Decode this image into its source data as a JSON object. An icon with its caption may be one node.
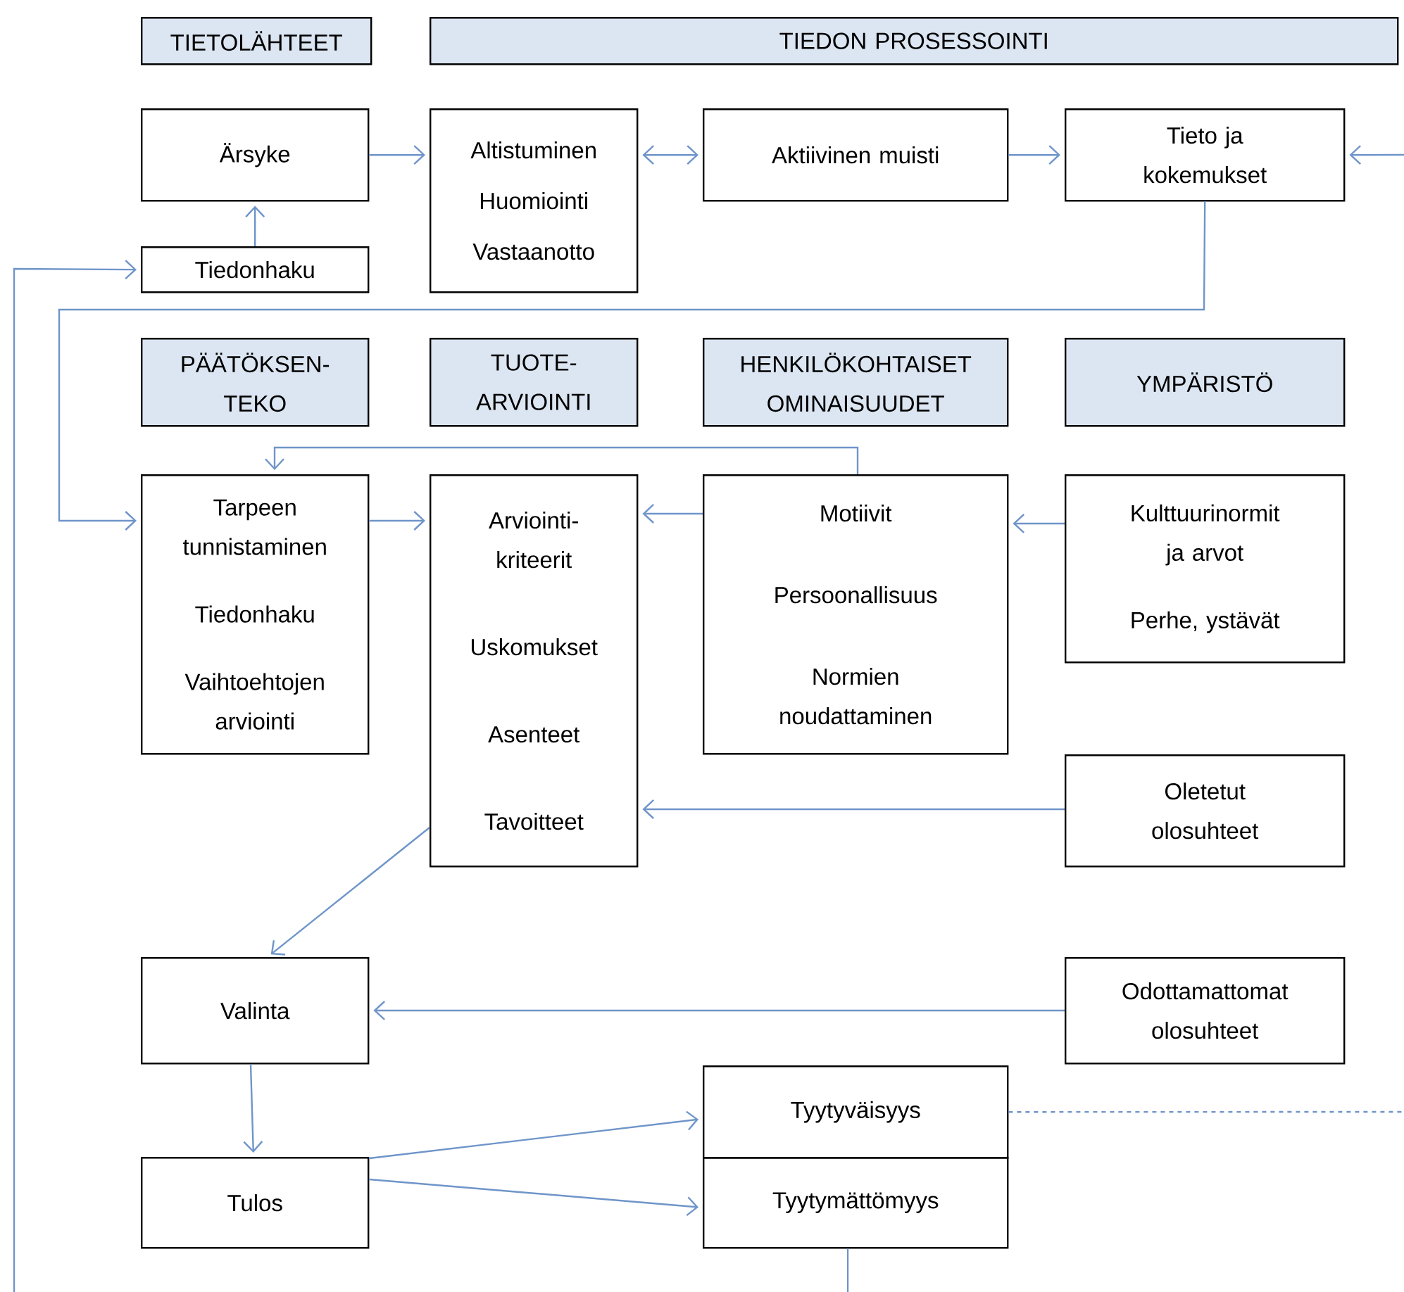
{
  "diagram": {
    "nodes": [
      {
        "text": [
          "TIETOLÄHTEET"
        ]
      },
      {
        "text": [
          "TIEDON PROSESSOINTI"
        ]
      },
      {
        "text": [
          "Ärsyke"
        ]
      },
      {
        "text": [
          "Tiedonhaku"
        ]
      },
      {
        "text": [
          "Altistuminen",
          "Huomiointi",
          "Vastaanotto"
        ]
      },
      {
        "text": [
          "Aktiivinen muisti"
        ]
      },
      {
        "text": [
          "Tieto ja kokemukset"
        ]
      },
      {
        "text": [
          "PÄÄTÖKSEN- TEKO"
        ]
      },
      {
        "text": [
          "TUOTE- ARVIOINTI"
        ]
      },
      {
        "text": [
          "HENKILÖKOHTAISET OMINAISUUDET"
        ]
      },
      {
        "text": [
          "YMPÄRISTÖ"
        ]
      },
      {
        "text": [
          "Tarpeen tunnistaminen",
          "Tiedonhaku",
          "Vaihtoehtojen arviointi"
        ]
      },
      {
        "text": [
          "Arviointi- kriteerit",
          "Uskomukset",
          "Asenteet",
          "Tavoitteet"
        ]
      },
      {
        "text": [
          "Motiivit",
          "Persoonallisuus",
          "Normien noudattaminen"
        ]
      },
      {
        "text": [
          "Kulttuurinormit ja arvot",
          "Perhe, ystävät"
        ]
      },
      {
        "text": [
          "Oletetut olosuhteet"
        ]
      },
      {
        "text": [
          "Valinta"
        ]
      },
      {
        "text": [
          "Odottamattomat olosuhteet"
        ]
      },
      {
        "text": [
          "Tulos"
        ]
      },
      {
        "text": [
          "Tyytyväisyys"
        ]
      },
      {
        "text": [
          "Tyytymättömyys"
        ]
      }
    ],
    "edges": [
      {
        "from": 3,
        "to": 2,
        "arrow": "to"
      },
      {
        "from": 2,
        "to": 4,
        "arrow": "to"
      },
      {
        "from": 4,
        "to": 5,
        "arrow": "both"
      },
      {
        "from": 5,
        "to": 6,
        "arrow": "to"
      },
      {
        "from": null,
        "to": 6,
        "arrow": "to"
      },
      {
        "from": 6,
        "to": 11,
        "arrow": "to"
      },
      {
        "from": 20,
        "to": null,
        "arrow": "none"
      },
      {
        "from": null,
        "to": 3,
        "arrow": "to"
      },
      {
        "from": 11,
        "to": 12,
        "arrow": "to"
      },
      {
        "from": 13,
        "to": 12,
        "arrow": "to"
      },
      {
        "from": 13,
        "to": 11,
        "arrow": "to"
      },
      {
        "from": 14,
        "to": 13,
        "arrow": "to"
      },
      {
        "from": 15,
        "to": 12,
        "arrow": "to"
      },
      {
        "from": 12,
        "to": 16,
        "arrow": "to"
      },
      {
        "from": 17,
        "to": 16,
        "arrow": "to"
      },
      {
        "from": 16,
        "to": 18,
        "arrow": "to"
      },
      {
        "from": 18,
        "to": 19,
        "arrow": "to"
      },
      {
        "from": 18,
        "to": 20,
        "arrow": "to"
      },
      {
        "from": 19,
        "to": null,
        "arrow": "none",
        "style": "dashed"
      }
    ]
  }
}
